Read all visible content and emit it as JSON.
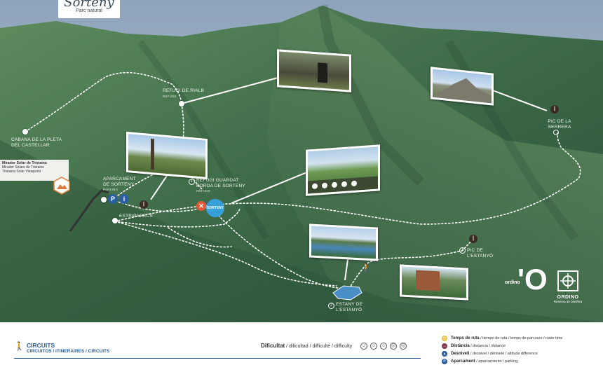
{
  "brand": {
    "logo_text": "Sorteny",
    "logo_sub": "Parc natural"
  },
  "places": {
    "refugi_rialb": {
      "name": "REFUGI DE RIALB",
      "sub": "REFUGE"
    },
    "cabana": {
      "name": "CABANA DE LA PLETA DEL CASTELLAR"
    },
    "aparcament": {
      "name": "APARCAMENT DE SORTENY",
      "sub": "PARKING"
    },
    "estripagecs": {
      "name": "ESTRIPAGECS"
    },
    "refugi_guardat": {
      "num": "1",
      "name": "REFUGI GUARDAT BORDA DE SORTENY",
      "sub": "REFUGE"
    },
    "pic_serrera": {
      "name": "PIC DE LA SERRERA"
    },
    "pic_estanyo": {
      "num": "3",
      "name": "PIC DE L'ESTANYÓ"
    },
    "estany": {
      "num": "2",
      "name": "ESTANY DE L'ESTANYÓ"
    }
  },
  "viewpoint": {
    "title": "Mirador Solar de Tristaina",
    "line1": "Mirador Solare de Tristaine",
    "line2": "Tristaina Solar Viewpoint"
  },
  "service_icons": [
    "REFUGI GUARDAT",
    "WC",
    "BAR",
    "RESTAURANT",
    "PICNIC"
  ],
  "ordino": {
    "brand_word": "ordino",
    "brand_mark": "'O",
    "logo_name": "ORDINO",
    "logo_sub": "Reserva de biosfera"
  },
  "footer": {
    "circuits_title": "CIRCUITS",
    "circuits_sub": "CIRCUITOS / ITINERAIRES / CIRCUITS",
    "difficulty_label": "Dificultat",
    "difficulty_rest": " / dificultad / difficulté / difficulty",
    "legend": [
      {
        "bold": "Temps de ruta",
        "rest": " / tiempo de ruta / temps de parcours / route time",
        "color": "#e8c24a",
        "icon": "clock-icon"
      },
      {
        "bold": "Distància",
        "rest": " / distancia / distance",
        "color": "#7a3a4a",
        "icon": "distance-icon"
      },
      {
        "bold": "Desnivell",
        "rest": " / desnivel / dénivelé / altitude difference",
        "color": "#2a5fa0",
        "icon": "altitude-icon"
      },
      {
        "bold": "Aparcament",
        "rest": " / aparcamiento / parking",
        "color": "#2a5fa0",
        "icon": "parking-icon"
      }
    ]
  },
  "colors": {
    "terrain_dark": "#2f5a3a",
    "terrain_light": "#6e9a6a",
    "sky": "#a9bccb",
    "accent_blue": "#2a5fa0"
  }
}
